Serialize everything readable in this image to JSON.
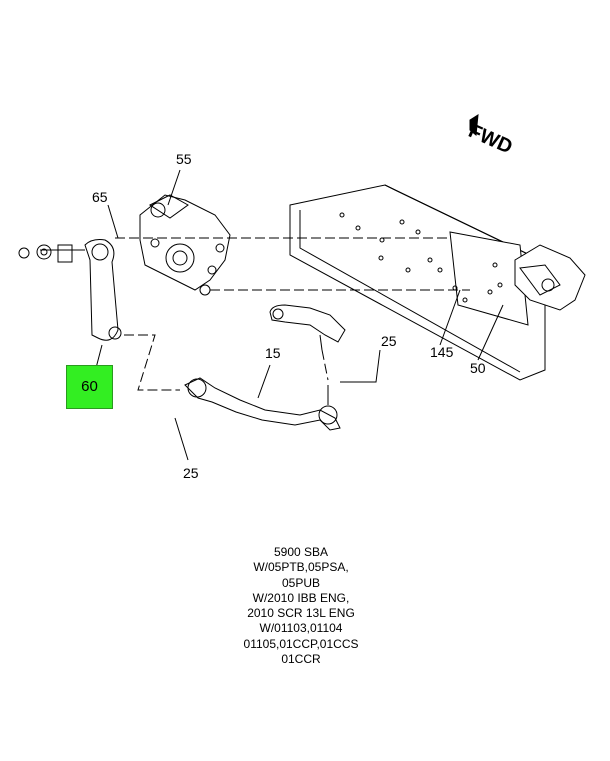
{
  "direction_marker": "FWD",
  "callouts": {
    "c55": "55",
    "c65": "65",
    "c60": "60",
    "c15": "15",
    "c25a": "25",
    "c25b": "25",
    "c145": "145",
    "c50": "50"
  },
  "highlight_color": "#33ee22",
  "notes": [
    "5900 SBA",
    "W/05PTB,05PSA,",
    "05PUB",
    "W/2010 IBB ENG,",
    "2010 SCR 13L ENG",
    "W/01103,01104",
    "01105,01CCP,01CCS",
    "01CCR"
  ]
}
